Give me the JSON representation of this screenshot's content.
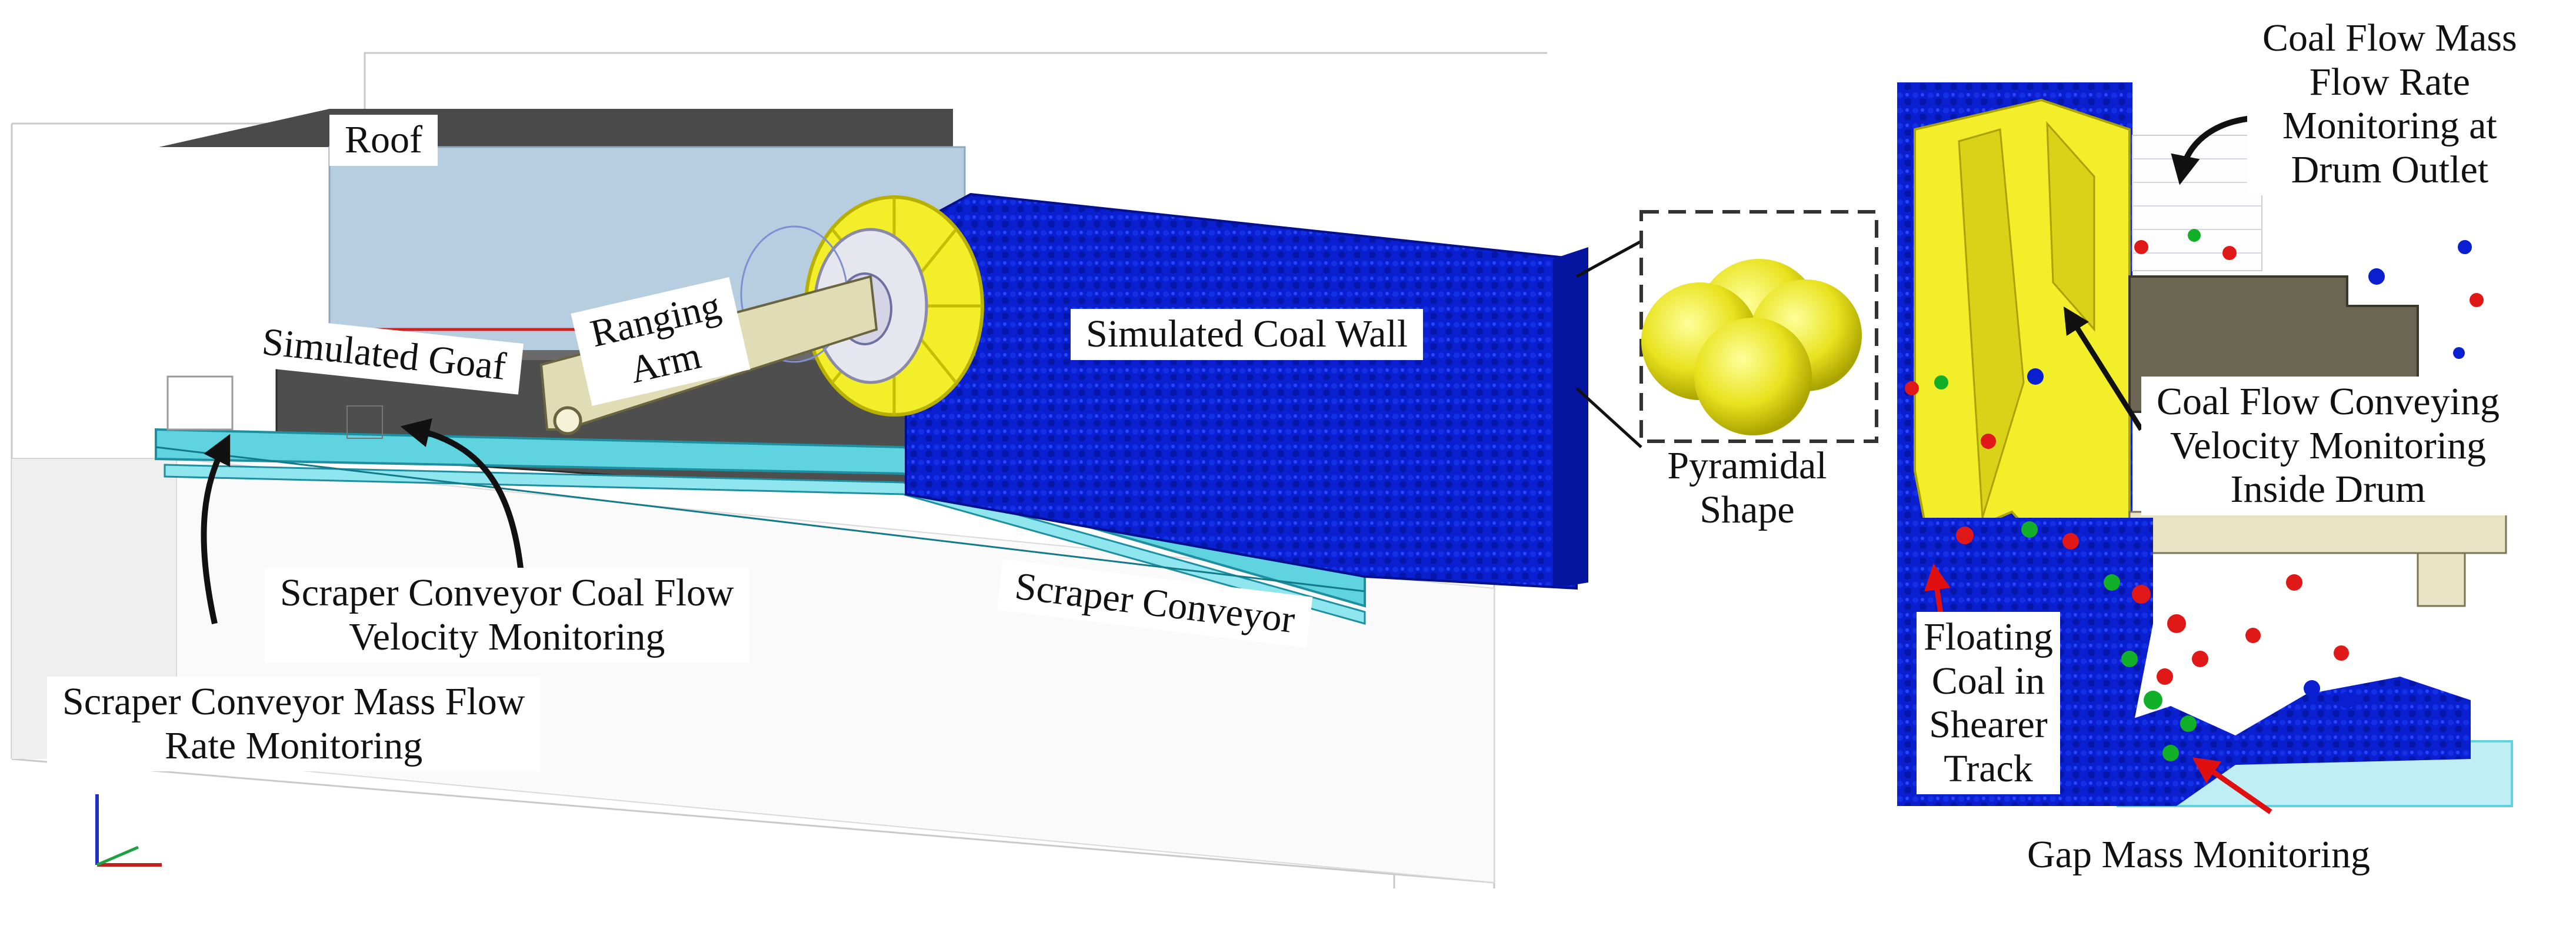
{
  "labels": {
    "roof": "Roof",
    "simulated_goaf": "Simulated Goaf",
    "ranging_arm": [
      "Ranging",
      "Arm"
    ],
    "simulated_coal_wall": "Simulated Coal Wall",
    "pyramidal_shape": [
      "Pyramidal",
      "Shape"
    ],
    "scraper_conveyor": "Scraper Conveyor",
    "scraper_velocity": [
      "Scraper Conveyor Coal Flow",
      "Velocity Monitoring"
    ],
    "scraper_mass": [
      "Scraper Conveyor Mass Flow",
      "Rate Monitoring"
    ],
    "drum_outlet": [
      "Coal Flow Mass",
      "Flow Rate",
      "Monitoring at",
      "Drum Outlet"
    ],
    "drum_velocity": [
      "Coal Flow Conveying",
      "Velocity Monitoring",
      "Inside Drum"
    ],
    "floating_coal": [
      "Floating",
      "Coal in",
      "Shearer",
      "Track"
    ],
    "gap_mass": "Gap Mass Monitoring"
  },
  "colors": {
    "coal": "#0a1fd0",
    "drum_yellow": "#f2ee2a",
    "conveyor_cyan": "#5fd3e0",
    "roof_blue": "#b7cde0",
    "goaf_gray": "#4e4e4e",
    "arrow_red": "#e01010"
  }
}
